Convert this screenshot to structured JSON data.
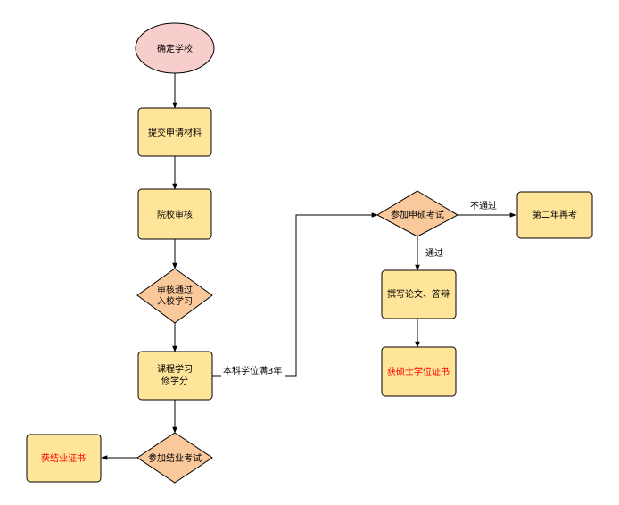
{
  "colors": {
    "start_fill": "#f8cecc",
    "process_fill": "#ffe599",
    "decision_fill": "#f9c89b",
    "stroke": "#000000",
    "highlight_text": "#ff0000"
  },
  "nodes": {
    "start": "确定学校",
    "submit": "提交申请材料",
    "review": "院校审核",
    "pass_review_line1": "审核通过",
    "pass_review_line2": "入校学习",
    "course_line1": "课程学习",
    "course_line2": "修学分",
    "grad_exam": "参加结业考试",
    "grad_cert": "获结业证书",
    "master_exam": "参加申硕考试",
    "retry": "第二年再考",
    "thesis": "撰写论文、答辩",
    "degree": "获硕士学位证书"
  },
  "edges": {
    "bachelor_3yr": "本科学位满3年",
    "not_pass": "不通过",
    "pass": "通过"
  }
}
